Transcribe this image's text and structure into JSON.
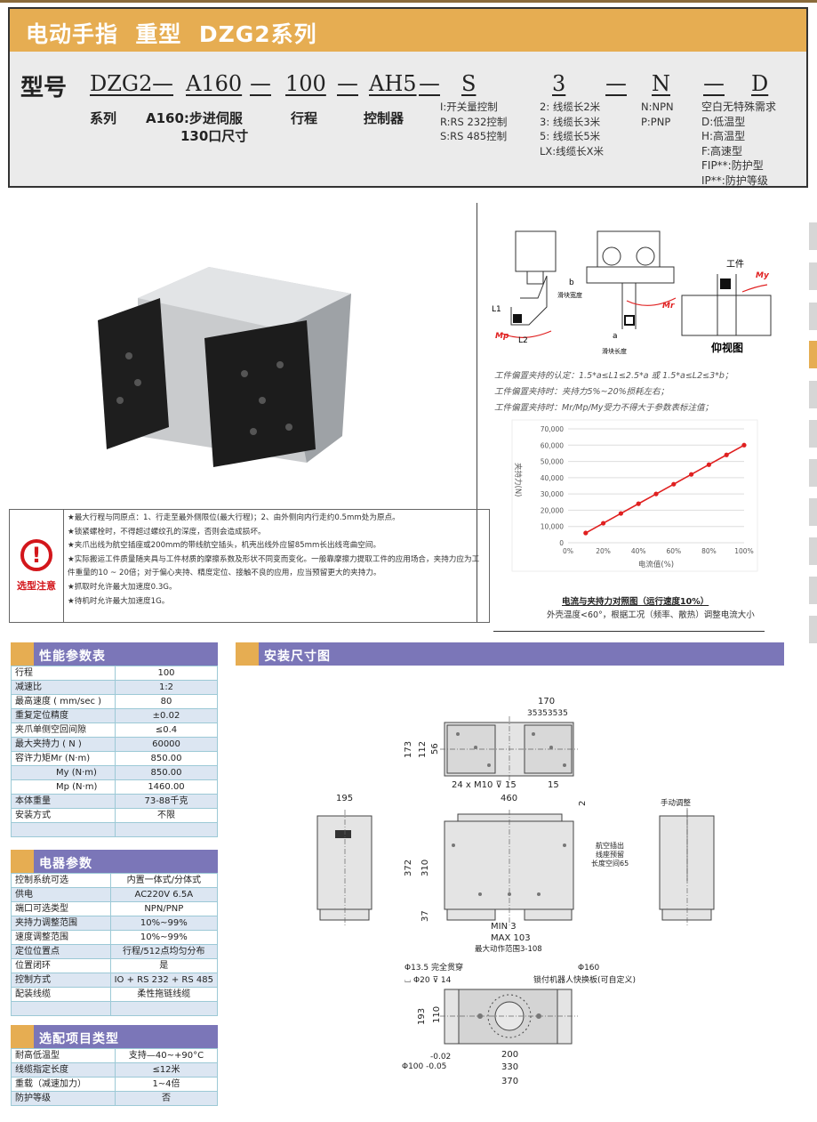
{
  "header": {
    "title": "电动手指  重型  DZG2系列"
  },
  "model": {
    "label": "型号",
    "segments": [
      "DZG2",
      "A160",
      "100",
      "AH5",
      "S",
      "3",
      "N",
      "D"
    ],
    "dash": "—",
    "series_label": "系列",
    "size_label": "A160:步进伺服",
    "size_label2": "130口尺寸",
    "stroke_label": "行程",
    "controller_label": "控制器",
    "control_opts": [
      "I:开关量控制",
      "R:RS 232控制",
      "S:RS 485控制"
    ],
    "cable_opts": [
      "2: 线缆长2米",
      "3: 线缆长3米",
      "5: 线缆长5米",
      "LX:线缆长X米"
    ],
    "io_opts": [
      "N:NPN",
      "P:PNP"
    ],
    "special_opts": [
      "空白无特殊需求",
      "D:低温型",
      "H:高温型",
      "F:高速型",
      "FIP**:防护型",
      "IP**:防护等级"
    ]
  },
  "notes": {
    "title": "选型注意",
    "items": [
      "★最大行程与同原点：1、行走至最外侧限位(最大行程)；2、由外侧向内行走约0.5mm处为原点。",
      "★锁紧螺栓时，不得超过螺纹孔的深度，否则会造成损坏。",
      "★夹爪出线为航空插座或200mm的带线航空插头，机壳出线外应留85mm长出线弯曲空间。",
      "★实际搬运工件质量随夹具与工件材质的摩擦系数及形状不同变而变化。一般靠摩擦力提取工件的应用场合，夹持力应为工件重量的10 ~ 20倍；对于偏心夹持、精度定位、接触不良的应用，应当预留更大的夹持力。",
      "★抓取时允许最大加速度0.3G。",
      "★待机时允许最大加速度1G。"
    ]
  },
  "moment_diagram": {
    "b": "b",
    "b_label": "滑块宽度",
    "a": "a",
    "a_label": "滑块长度",
    "l1": "L1",
    "l2": "L2",
    "mp": "Mp",
    "mr": "Mr",
    "my": "My",
    "workpiece": "工件",
    "bottom_view": "仰视图"
  },
  "offset_notes": [
    "工件偏置夹持的认定：1.5*a≤L1≤2.5*a 或 1.5*a≤L2≤3*b；",
    "工件偏置夹持时：夹持力5%~20%损耗左右；",
    "工件偏置夹持时：Mr/Mp/My受力不得大于参数表标注值；"
  ],
  "chart_data": {
    "type": "line",
    "title": "电流与夹持力对照图（运行速度10%）",
    "subtitle": "外壳温度<60°，根据工况（频率、散热）调整电流大小",
    "xlabel": "电流值(%)",
    "ylabel": "夹持力(N)",
    "x": [
      10,
      20,
      30,
      40,
      50,
      60,
      70,
      80,
      90,
      100
    ],
    "values": [
      6000,
      12000,
      18000,
      24000,
      30000,
      36000,
      42000,
      48000,
      54000,
      60000
    ],
    "xlim": [
      0,
      100
    ],
    "ylim": [
      0,
      70000
    ],
    "xticks": [
      "0%",
      "20%",
      "40%",
      "60%",
      "80%",
      "100%"
    ],
    "yticks": [
      "0",
      "10,000",
      "20,000",
      "30,000",
      "40,000",
      "50,000",
      "60,000",
      "70,000"
    ],
    "grid": true,
    "color": "#e02020"
  },
  "perf": {
    "title": "性能参数表",
    "rows": [
      [
        "行程",
        "100"
      ],
      [
        "减速比",
        "1:2"
      ],
      [
        "最高速度 ( mm/sec )",
        "80"
      ],
      [
        "重复定位精度",
        "±0.02"
      ],
      [
        "夹爪单侧空回间隙",
        "≤0.4"
      ],
      [
        "最大夹持力 ( N )",
        "60000"
      ],
      [
        "容许力矩Mr (N·m)",
        "850.00"
      ],
      [
        "My (N·m)",
        "850.00"
      ],
      [
        "Mp (N·m)",
        "1460.00"
      ],
      [
        "本体重量",
        "73-88千克"
      ],
      [
        "安装方式",
        "不限"
      ],
      [
        "",
        ""
      ]
    ]
  },
  "elec": {
    "title": "电器参数",
    "rows": [
      [
        "控制系统可选",
        "内置一体式/分体式"
      ],
      [
        "供电",
        "AC220V 6.5A"
      ],
      [
        "端口可选类型",
        "NPN/PNP"
      ],
      [
        "夹持力调整范围",
        "10%~99%"
      ],
      [
        "速度调整范围",
        "10%~99%"
      ],
      [
        "定位位置点",
        "行程/512点均匀分布"
      ],
      [
        "位置闭环",
        "是"
      ],
      [
        "控制方式",
        "IO + RS 232 + RS 485"
      ],
      [
        "配装线缆",
        "柔性拖链线缆"
      ],
      [
        "",
        ""
      ]
    ]
  },
  "options": {
    "title": "选配项目类型",
    "rows": [
      [
        "耐高低温型",
        "支持—40~+90°C"
      ],
      [
        "线缆指定长度",
        "≤12米"
      ],
      [
        "重载（减速加力）",
        "1~4倍"
      ],
      [
        "防护等级",
        "否"
      ]
    ]
  },
  "install": {
    "title": "安装尺寸图",
    "dims": {
      "w170": "170",
      "pitch": "35353535",
      "h173": "173",
      "h112": "112",
      "h56": "56",
      "holes": "24 x M10 ⊽ 15",
      "e15": "15",
      "w460": "460",
      "w195": "195",
      "g2": "2",
      "h372": "372",
      "h310": "310",
      "h37": "37",
      "min": "MIN  3",
      "max": "MAX 103",
      "range": "最大动作范围3-108",
      "cable1": "航空插出",
      "cable2": "线座预留",
      "cable3": "长度空间65",
      "manual": "手动调整",
      "thru": "Φ13.5 完全贯穿",
      "cbore": "⌴  Φ20 ⊽ 14",
      "d160": "Φ160",
      "plate": "锁付机器人快换板(可自定义)",
      "h193": "193",
      "h110": "110",
      "w200": "200",
      "w330": "330",
      "w370": "370",
      "tol1": "-0.02",
      "d100": "Φ100 -0.05"
    }
  },
  "colors": {
    "orange": "#e6ad52",
    "purple": "#7b76b8",
    "red": "#d3161b"
  }
}
